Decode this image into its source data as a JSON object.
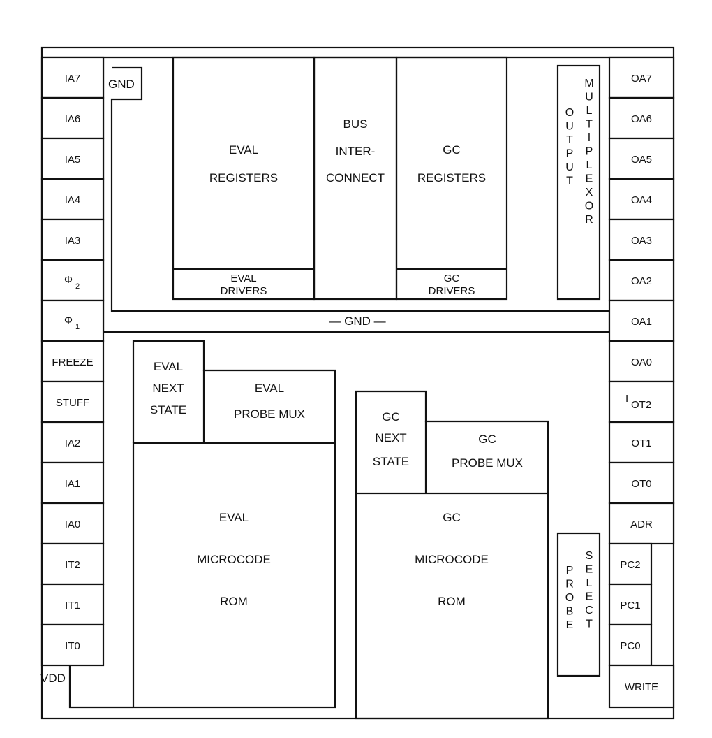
{
  "left_pins": [
    "IA7",
    "IA6",
    "IA5",
    "IA4",
    "IA3",
    "Φ",
    "Φ",
    "FREEZE",
    "STUFF",
    "IA2",
    "IA1",
    "IA0",
    "IT2",
    "IT1",
    "IT0"
  ],
  "phi_subscripts": {
    "phi2": "2",
    "phi1": "1"
  },
  "right_pins": [
    "OA7",
    "OA6",
    "OA5",
    "OA4",
    "OA3",
    "OA2",
    "OA1",
    "OA0",
    "OT2",
    "OT1",
    "OT0",
    "ADR",
    "PC2",
    "PC1",
    "PC0",
    "WRITE"
  ],
  "ot2_prefix": "I",
  "vdd": "VDD",
  "gnd_top": "GND",
  "gnd_bus": "— GND —",
  "eval_registers": [
    "EVAL",
    "REGISTERS"
  ],
  "eval_drivers": [
    "EVAL",
    "DRIVERS"
  ],
  "bus_interconnect": [
    "BUS",
    "INTER-",
    "CONNECT"
  ],
  "gc_registers": [
    "GC",
    "REGISTERS"
  ],
  "gc_drivers": [
    "GC",
    "DRIVERS"
  ],
  "output_multiplexor": {
    "col1": "OUTPUT",
    "col2": "MULTIPLEXOR"
  },
  "eval_next_state": [
    "EVAL",
    "NEXT",
    "STATE"
  ],
  "eval_probe_mux": [
    "EVAL",
    "PROBE MUX"
  ],
  "gc_next_state": [
    "GC",
    "NEXT",
    "STATE"
  ],
  "gc_probe_mux": [
    "GC",
    "PROBE MUX"
  ],
  "eval_microcode_rom": [
    "EVAL",
    "MICROCODE",
    "ROM"
  ],
  "gc_microcode_rom": [
    "GC",
    "MICROCODE",
    "ROM"
  ],
  "probe_select": {
    "col1": "PROBE",
    "col2": "SELECT"
  }
}
